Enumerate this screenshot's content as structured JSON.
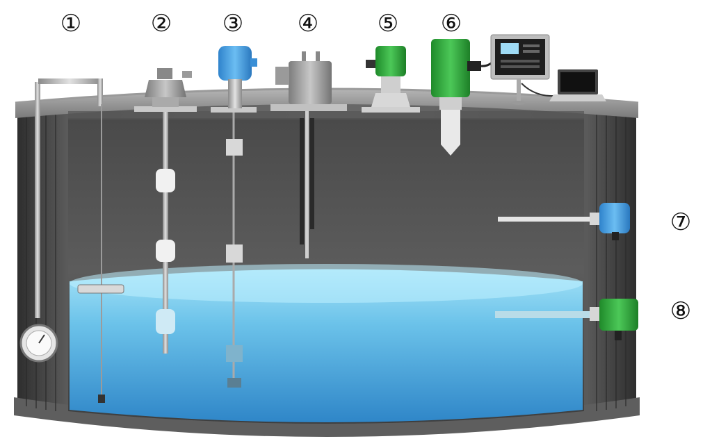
{
  "labels": {
    "n1": "①",
    "n2": "②",
    "n3": "③",
    "n4": "④",
    "n5": "⑤",
    "n6": "⑥",
    "n7": "⑦",
    "n8": "⑧"
  },
  "colors": {
    "tank_wall": "#3a3a3a",
    "tank_rim": "#8c8c8c",
    "water_top": "#8fd8f2",
    "water_bottom": "#2f8fd0",
    "blue_device": "#3d9be0",
    "green_device": "#2fa43a"
  },
  "icons": [
    "magnetic-float-gauge-icon",
    "float-switch-icon",
    "rod-float-switch-icon",
    "capacitance-probe-icon",
    "ultrasonic-sensor-icon",
    "radar-sensor-icon",
    "controller-display-icon",
    "laptop-icon",
    "side-switch-blue-icon",
    "side-switch-green-icon"
  ]
}
